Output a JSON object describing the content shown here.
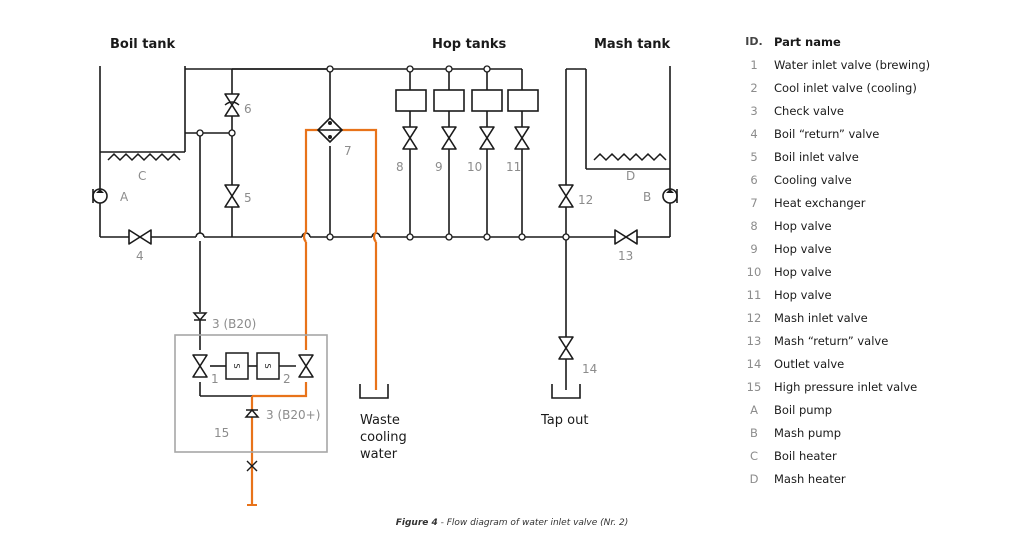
{
  "diagram": {
    "tanks": {
      "boil": "Boil tank",
      "hop": "Hop tanks",
      "mash": "Mash tank"
    },
    "heater_labels": {
      "boil": "C",
      "mash": "D"
    },
    "pump_labels": {
      "boil": "A",
      "mash": "B"
    },
    "valve_labels": {
      "v6": "6",
      "v5": "5",
      "v7": "7",
      "v8": "8",
      "v9": "9",
      "v10": "10",
      "v11": "11",
      "v12": "12",
      "v4": "4",
      "v13": "13",
      "v14": "14",
      "check_b20": "3 (B20)",
      "check_b20plus": "3 (B20+)",
      "inlet1": "1",
      "inlet2": "2",
      "block15": "15",
      "solenoid": "S"
    },
    "outlets": {
      "waste": [
        "Waste",
        "cooling",
        "water"
      ],
      "tap": "Tap out"
    },
    "colors": {
      "line": "#1a1a1a",
      "water": "#e8731a",
      "label_gray": "#8c8c8c",
      "box_gray": "#a6a6a6"
    }
  },
  "legend": {
    "header": {
      "id": "ID.",
      "name": "Part name"
    },
    "rows": [
      {
        "id": "1",
        "name": "Water inlet valve (brewing)"
      },
      {
        "id": "2",
        "name": "Cool inlet valve (cooling)"
      },
      {
        "id": "3",
        "name": "Check valve"
      },
      {
        "id": "4",
        "name": "Boil “return” valve"
      },
      {
        "id": "5",
        "name": "Boil inlet valve"
      },
      {
        "id": "6",
        "name": "Cooling valve"
      },
      {
        "id": "7",
        "name": "Heat exchanger"
      },
      {
        "id": "8",
        "name": "Hop valve"
      },
      {
        "id": "9",
        "name": "Hop valve"
      },
      {
        "id": "10",
        "name": "Hop valve"
      },
      {
        "id": "11",
        "name": "Hop valve"
      },
      {
        "id": "12",
        "name": "Mash inlet valve"
      },
      {
        "id": "13",
        "name": "Mash “return” valve"
      },
      {
        "id": "14",
        "name": "Outlet valve"
      },
      {
        "id": "15",
        "name": "High pressure inlet valve"
      },
      {
        "id": "A",
        "name": "Boil pump"
      },
      {
        "id": "B",
        "name": "Mash pump"
      },
      {
        "id": "C",
        "name": "Boil heater"
      },
      {
        "id": "D",
        "name": "Mash heater"
      }
    ]
  },
  "caption": {
    "figure": "Figure 4",
    "text": " - Flow diagram of water inlet valve (Nr. 2)"
  }
}
